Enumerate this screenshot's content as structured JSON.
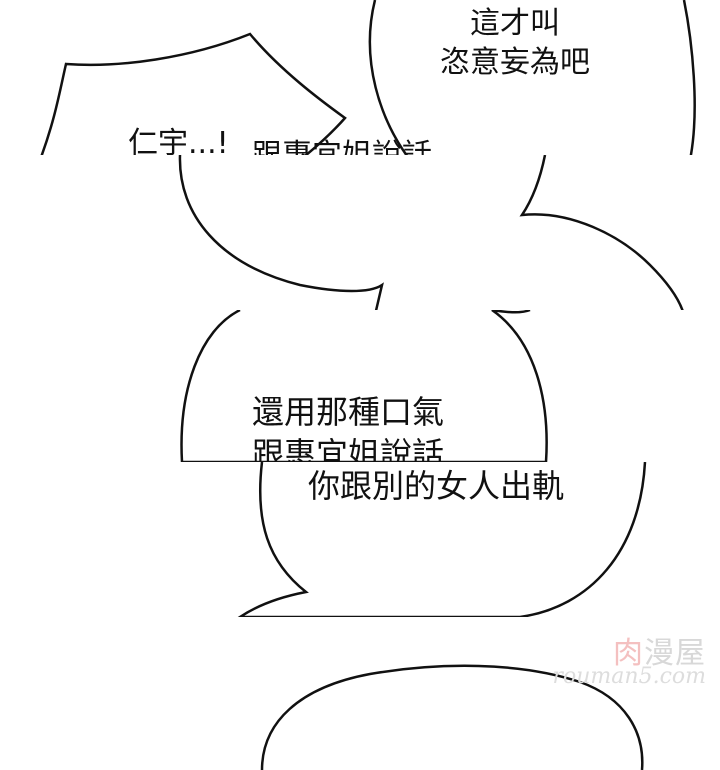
{
  "bubbles": {
    "top_right": {
      "line1": "這才叫",
      "line2": "恣意妄為吧"
    },
    "top_left": {
      "line1": "仁宇...!",
      "line2": "跟惠宜姐說話"
    },
    "middle": {
      "line1": "還用那種口氣",
      "line2": "跟惠宜姐說話"
    },
    "lower": {
      "line1": "你跟別的女人出軌"
    }
  },
  "watermark": {
    "first_char": "肉",
    "rest": "漫屋",
    "url": "rouman5.com"
  },
  "colors": {
    "ink": "#111111",
    "background": "#ffffff",
    "watermark_accent": "#f4c0c0",
    "watermark_gray": "#d8d8d8"
  }
}
